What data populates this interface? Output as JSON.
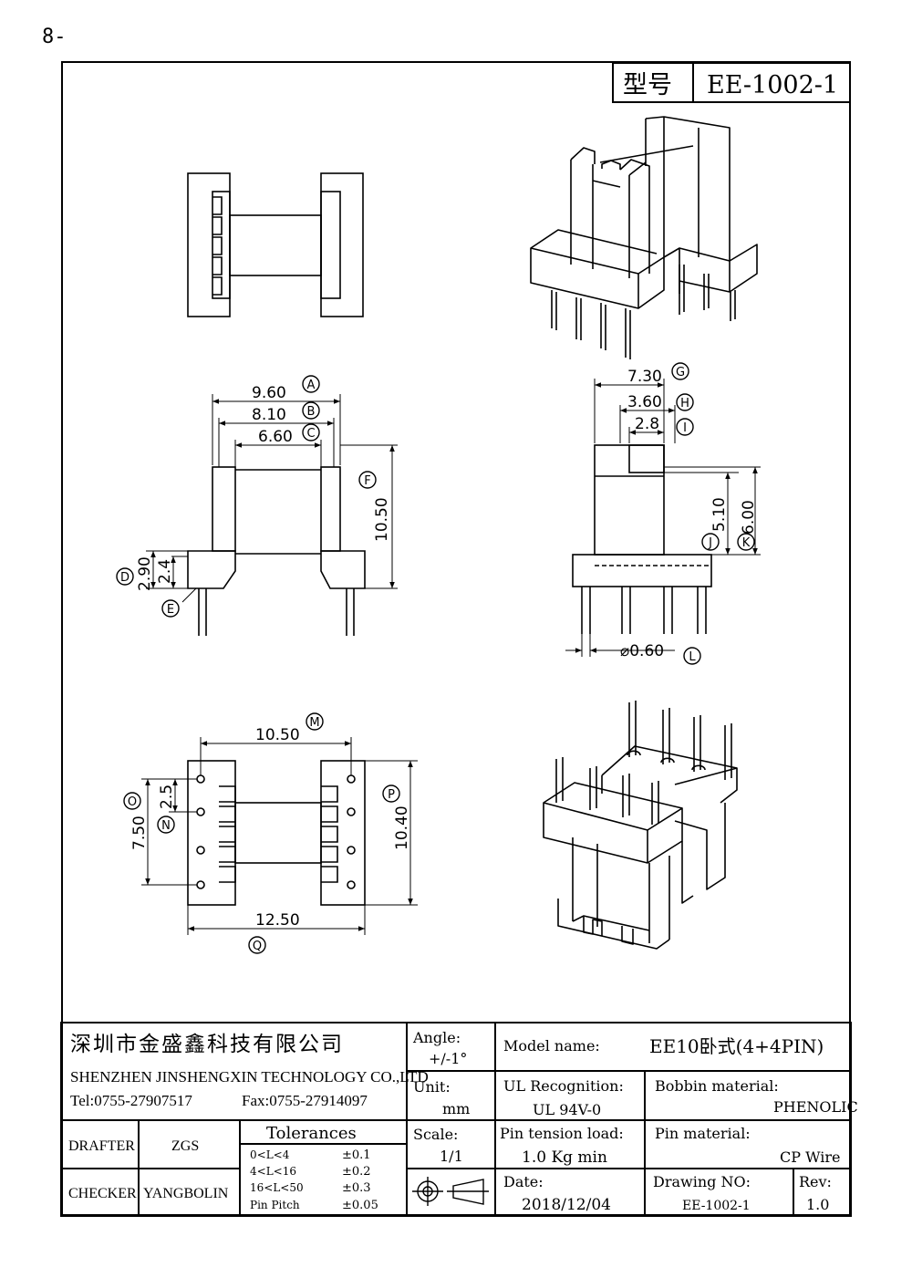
{
  "page_number": "8-",
  "title_box": {
    "label": "型号",
    "value": "EE-1002-1"
  },
  "dims": {
    "A": "9.60",
    "B": "8.10",
    "C": "6.60",
    "F": "10.50",
    "D": "2.90",
    "E": "2.4",
    "G": "7.30",
    "H": "3.60",
    "I": "2.8",
    "J": "5.10",
    "K": "6.00",
    "L": "⌀0.60",
    "M": "10.50",
    "N": "2.5",
    "O": "7.50",
    "P": "10.40",
    "Q": "12.50"
  },
  "markers": [
    "A",
    "B",
    "C",
    "D",
    "E",
    "F",
    "G",
    "H",
    "I",
    "J",
    "K",
    "L",
    "M",
    "N",
    "O",
    "P",
    "Q"
  ],
  "company": {
    "name_cn": "深圳市金盛鑫科技有限公司",
    "name_en": "SHENZHEN JINSHENGXIN TECHNOLOGY CO.,LTD",
    "tel": "Tel:0755-27907517",
    "fax": "Fax:0755-27914097"
  },
  "angle": {
    "label": "Angle:",
    "value": "+/-1°"
  },
  "unit": {
    "label": "Unit:",
    "value": "mm"
  },
  "scale": {
    "label": "Scale:",
    "value": "1/1"
  },
  "model": {
    "label": "Model name:",
    "value": "EE10卧式(4+4PIN)"
  },
  "ul": {
    "label": "UL Recognition:",
    "value": "UL 94V-0"
  },
  "bobbin": {
    "label": "Bobbin material:",
    "value": "PHENOLIC"
  },
  "pin_tension": {
    "label": "Pin tension load:",
    "value": "1.0 Kg min"
  },
  "pin_material": {
    "label": "Pin material:",
    "value": "CP Wire"
  },
  "date": {
    "label": "Date:",
    "value": "2018/12/04"
  },
  "drawing_no": {
    "label": "Drawing NO:",
    "value": "EE-1002-1"
  },
  "rev": {
    "label": "Rev:",
    "value": "1.0"
  },
  "drafter": {
    "label": "DRAFTER",
    "value": "ZGS"
  },
  "checker": {
    "label": "CHECKER",
    "value": "YANGBOLIN"
  },
  "tolerances": {
    "title": "Tolerances",
    "rows": [
      {
        "range": "0<L<4",
        "tol": "±0.1"
      },
      {
        "range": "4<L<16",
        "tol": "±0.2"
      },
      {
        "range": "16<L<50",
        "tol": "±0.3"
      },
      {
        "range": "Pin Pitch",
        "tol": "±0.05"
      }
    ]
  }
}
